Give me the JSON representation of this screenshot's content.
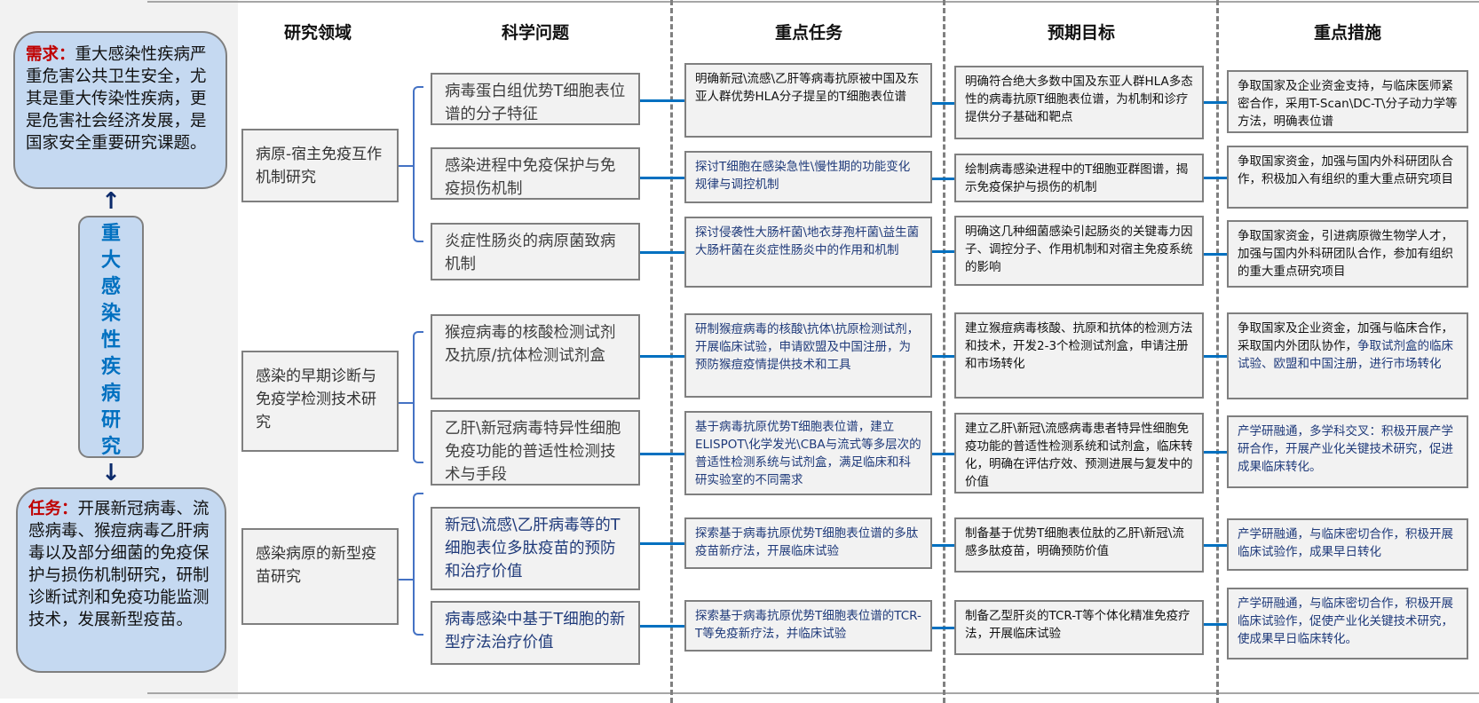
{
  "headers": [
    "研究领域",
    "科学问题",
    "重点任务",
    "预期目标",
    "重点措施"
  ],
  "demand": {
    "label": "需求：",
    "text": "重大感染性疾病严重危害公共卫生安全，尤其是重大传染性疾病，更是危害社会经济发展，是国家安全重要研究课题。"
  },
  "center_title": [
    "重",
    "大",
    "感",
    "染",
    "性",
    "疾",
    "病",
    "研",
    "究"
  ],
  "task": {
    "label": "任务：",
    "text": "开展新冠病毒、流感病毒、猴痘病毒乙肝病毒以及部分细菌的免疫保护与损伤机制研究，研制诊断试剂和免疫功能监测技术，发展新型疫苗。"
  },
  "domains": [
    "病原-宿主免疫互作机制研究",
    "感染的早期诊断与免疫学检测技术研究",
    "感染病原的新型疫苗研究"
  ],
  "science_questions": [
    "病毒蛋白组优势T细胞表位谱的分子特征",
    "感染进程中免疫保护与免疫损伤机制",
    "炎症性肠炎的病原菌致病机制",
    "猴痘病毒的核酸检测试剂及抗原/抗体检测试剂盒",
    "乙肝\\新冠病毒特异性细胞免疫功能的普适性检测技术与手段",
    "新冠\\流感\\乙肝病毒等的T细胞表位多肽疫苗的预防和治疗价值",
    "病毒感染中基于T细胞的新型疗法治疗价值"
  ],
  "key_tasks": [
    "明确新冠\\流感\\乙肝等病毒抗原被中国及东亚人群优势HLA分子提呈的T细胞表位谱",
    "探讨T细胞在感染急性\\慢性期的功能变化规律与调控机制",
    "探讨侵袭性大肠杆菌\\地衣芽孢杆菌\\益生菌大肠杆菌在炎症性肠炎中的作用和机制",
    "研制猴痘病毒的核酸\\抗体\\抗原检测试剂，开展临床试验，申请欧盟及中国注册，为预防猴痘疫情提供技术和工具",
    "基于病毒抗原优势T细胞表位谱，建立ELISPOT\\化学发光\\CBA与流式等多层次的普适性检测系统与试剂盒，满足临床和科研实验室的不同需求",
    "探索基于病毒抗原优势T细胞表位谱的多肽疫苗新疗法，开展临床试验",
    "探索基于病毒抗原优势T细胞表位谱的TCR-T等免疫新疗法，并临床试验"
  ],
  "expected_goals": [
    "明确符合绝大多数中国及东亚人群HLA多态性的病毒抗原T细胞表位谱，为机制和诊疗提供分子基础和靶点",
    "绘制病毒感染进程中的T细胞亚群图谱，揭示免疫保护与损伤的机制",
    "明确这几种细菌感染引起肠炎的关键毒力因子、调控分子、作用机制和对宿主免疫系统的影响",
    "建立猴痘病毒核酸、抗原和抗体的检测方法和技术，开发2-3个检测试剂盒，申请注册和市场转化",
    "建立乙肝\\新冠\\流感病毒患者特异性细胞免疫功能的普适性检测系统和试剂盒，临床转化，明确在评估疗效、预测进展与复发中的价值",
    "制备基于优势T细胞表位肽的乙肝\\新冠\\流感多肽疫苗，明确预防价值",
    "制备乙型肝炎的TCR-T等个体化精准免疫疗法，开展临床试验"
  ],
  "key_measures": [
    {
      "text": "争取国家及企业资金支持，与临床医师紧密合作，采用T-Scan\\DC-T\\分子动力学等方法，明确表位谱",
      "text2": ""
    },
    {
      "text": "争取国家资金，加强与国内外科研团队合作，积极加入有组织的重大重点研究项目",
      "text2": ""
    },
    {
      "text": "争取国家资金，引进病原微生物学人才，加强与国内外科研团队合作，参加有组织的重大重点研究项目",
      "text2": ""
    },
    {
      "text": "争取国家及企业资金，加强与临床合作，采取国内外团队协作，",
      "text2": "争取试剂盒的临床试验、欧盟和中国注册，进行市场转化"
    },
    {
      "text": "",
      "text2": "产学研融通，多学科交叉：积极开展产学研合作，开展产业化关键技术研究，促进成果临床转化。"
    },
    {
      "text": "",
      "text2": "产学研融通，与临床密切合作，积极开展临床试验作，成果早日转化"
    },
    {
      "text": "",
      "text2": "产学研融通，与临床密切合作，积极开展临床试验作，促使产业化关键技术研究，使成果早日临床转化。"
    }
  ],
  "colors": {
    "box_fill": "#f2f2f2",
    "bubble_fill": "#c5d9f1",
    "connector": "#0070c0",
    "navy_text": "#1f3a7a",
    "label_red": "#c00000"
  }
}
